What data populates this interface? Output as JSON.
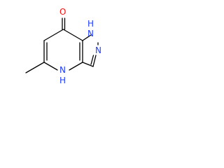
{
  "structure": {
    "atoms": {
      "carbonyl_oxygen": "O",
      "pyrazole_nh": "N",
      "pyrazole_nh_h": "H",
      "pyrazole_n": "N",
      "pyridine_nh": "N",
      "pyridine_nh_h": "H"
    },
    "colors": {
      "oxygen": "#ff0d0d",
      "nitrogen": "#1e3cff",
      "bond": "#000000",
      "background": "#ffffff"
    }
  }
}
